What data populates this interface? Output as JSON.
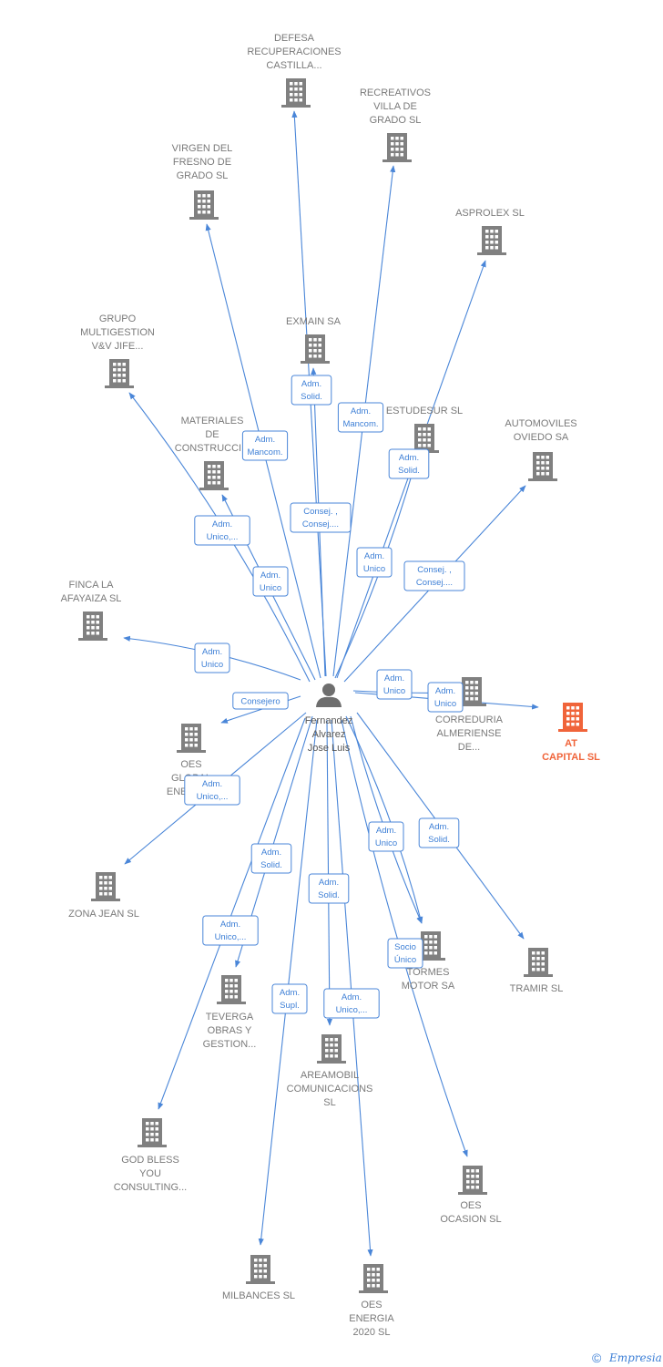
{
  "colors": {
    "edge": "#4a86d8",
    "building": "#808080",
    "highlight": "#f0643a",
    "person": "#6e6e6e"
  },
  "center": {
    "name": [
      "Fernandez",
      "Alvarez",
      "Jose Luis"
    ],
    "icon": "person-icon"
  },
  "companies": [
    {
      "id": "defesa",
      "lines": [
        "DEFESA",
        "RECUPERACIONES",
        "CASTILLA..."
      ]
    },
    {
      "id": "recreativos",
      "lines": [
        "RECREATIVOS",
        "VILLA DE",
        "GRADO  SL"
      ]
    },
    {
      "id": "virgen",
      "lines": [
        "VIRGEN DEL",
        "FRESNO DE",
        "GRADO  SL"
      ]
    },
    {
      "id": "asprolex",
      "lines": [
        "ASPROLEX SL"
      ]
    },
    {
      "id": "grupo",
      "lines": [
        "GRUPO",
        "MULTIGESTION",
        "V&V JIFE..."
      ]
    },
    {
      "id": "exmain",
      "lines": [
        "EXMAIN SA"
      ]
    },
    {
      "id": "materiales",
      "lines": [
        "MATERIALES",
        "DE",
        "CONSTRUCCI..."
      ]
    },
    {
      "id": "estudesur",
      "lines": [
        "ESTUDESUR  SL"
      ]
    },
    {
      "id": "automoviles",
      "lines": [
        "AUTOMOVILES",
        "OVIEDO SA"
      ]
    },
    {
      "id": "finca",
      "lines": [
        "FINCA LA",
        "AFAYAIZA  SL"
      ]
    },
    {
      "id": "correduria",
      "lines": [
        "CORREDURIA",
        "ALMERIENSE",
        "DE..."
      ]
    },
    {
      "id": "atcapital",
      "lines": [
        "AT",
        "CAPITAL  SL"
      ],
      "highlight": true
    },
    {
      "id": "oesglobal",
      "lines": [
        "OES",
        "GLOBAL",
        "ENERGY..."
      ]
    },
    {
      "id": "zonajean",
      "lines": [
        "ZONA JEAN SL"
      ]
    },
    {
      "id": "tormes",
      "lines": [
        "TORMES",
        "MOTOR SA"
      ]
    },
    {
      "id": "tramir",
      "lines": [
        "TRAMIR SL"
      ]
    },
    {
      "id": "teverga",
      "lines": [
        "TEVERGA",
        "OBRAS Y",
        "GESTION..."
      ]
    },
    {
      "id": "areamobil",
      "lines": [
        "AREAMOBIL",
        "COMUNICACIONS",
        "SL"
      ]
    },
    {
      "id": "godbless",
      "lines": [
        "GOD BLESS",
        "YOU",
        "CONSULTING..."
      ]
    },
    {
      "id": "oesocasion",
      "lines": [
        "OES",
        "OCASION  SL"
      ]
    },
    {
      "id": "milbances",
      "lines": [
        "MILBANCES SL"
      ]
    },
    {
      "id": "oesenergia",
      "lines": [
        "OES",
        "ENERGIA",
        "2020  SL"
      ]
    }
  ],
  "edges": [
    {
      "target": "defesa",
      "label": [
        "Adm.",
        "Solid."
      ]
    },
    {
      "target": "recreativos",
      "label": [
        "Adm.",
        "Mancom."
      ]
    },
    {
      "target": "virgen",
      "label": [
        "Adm.",
        "Mancom."
      ]
    },
    {
      "target": "asprolex",
      "label": [
        "Adm.",
        "Solid."
      ]
    },
    {
      "target": "grupo",
      "label": [
        "Adm.",
        "Unico"
      ]
    },
    {
      "target": "exmain",
      "label": [
        "Consej. ,",
        "Consej...."
      ]
    },
    {
      "target": "materiales",
      "label": [
        "Adm.",
        "Unico,..."
      ]
    },
    {
      "target": "estudesur",
      "label": [
        "Adm.",
        "Unico"
      ]
    },
    {
      "target": "automoviles",
      "label": [
        "Consej. ,",
        "Consej...."
      ]
    },
    {
      "target": "finca",
      "label": [
        "Adm.",
        "Unico"
      ]
    },
    {
      "target": "correduria",
      "label": [
        "Adm.",
        "Unico"
      ]
    },
    {
      "target": "atcapital",
      "label": [
        "Adm.",
        "Unico"
      ]
    },
    {
      "target": "oesglobal",
      "label": [
        "Consejero"
      ]
    },
    {
      "target": "zonajean",
      "label": [
        "Adm.",
        "Unico,..."
      ]
    },
    {
      "target": "tormes",
      "label": [
        "Adm.",
        "Unico"
      ]
    },
    {
      "target": "tormes",
      "label": [
        "Socio",
        "Único"
      ]
    },
    {
      "target": "tramir",
      "label": [
        "Adm.",
        "Solid."
      ]
    },
    {
      "target": "teverga",
      "label": [
        "Adm.",
        "Solid."
      ]
    },
    {
      "target": "areamobil",
      "label": [
        "Adm.",
        "Solid."
      ]
    },
    {
      "target": "godbless",
      "label": [
        "Adm.",
        "Unico,..."
      ]
    },
    {
      "target": "milbances",
      "label": [
        "Adm.",
        "Supl."
      ]
    },
    {
      "target": "oesenergia",
      "label": [
        "Adm.",
        "Unico,..."
      ]
    },
    {
      "target": "oesocasion",
      "label": []
    }
  ],
  "footer": {
    "copyright": "©",
    "brand": "Empresia"
  }
}
